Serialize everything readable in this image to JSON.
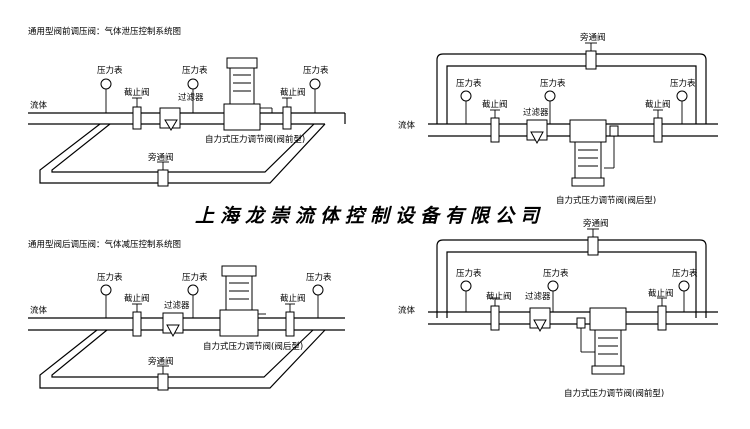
{
  "company": "上海龙崇流体控制设备有限公司",
  "diagrams": [
    {
      "title": "通用型阀前调压阀：气体泄压控制系统图",
      "labels": {
        "fluid": "流体",
        "gauge1": "压力表",
        "gauge2": "压力表",
        "gauge3": "压力表",
        "valve1": "截止阀",
        "filter": "过滤器",
        "valve2": "截止阀",
        "regulator": "自力式压力调节阀(阀前型)",
        "bypass": "旁通阀"
      }
    },
    {
      "title": "",
      "labels": {
        "fluid": "流体",
        "gauge1": "压力表",
        "gauge2": "压力表",
        "gauge3": "压力表",
        "valve1": "截止阀",
        "filter": "过滤器",
        "valve2": "截止阀",
        "regulator": "自力式压力调节阀(阀后型)",
        "bypass": "旁通阀"
      }
    },
    {
      "title": "通用型阀后调压阀：气体减压控制系统图",
      "labels": {
        "fluid": "流体",
        "gauge1": "压力表",
        "gauge2": "压力表",
        "gauge3": "压力表",
        "valve1": "截止阀",
        "filter": "过滤器",
        "valve2": "截止阀",
        "regulator": "自力式压力调节阀(阀后型)",
        "bypass": "旁通阀"
      }
    },
    {
      "title": "",
      "labels": {
        "fluid": "流体",
        "gauge1": "压力表",
        "gauge2": "压力表",
        "gauge3": "压力表",
        "valve1": "截止阀",
        "filter": "过滤器",
        "valve2": "截止阀",
        "regulator": "自力式压力调节阀(阀前型)",
        "bypass": "旁通阀"
      }
    }
  ]
}
